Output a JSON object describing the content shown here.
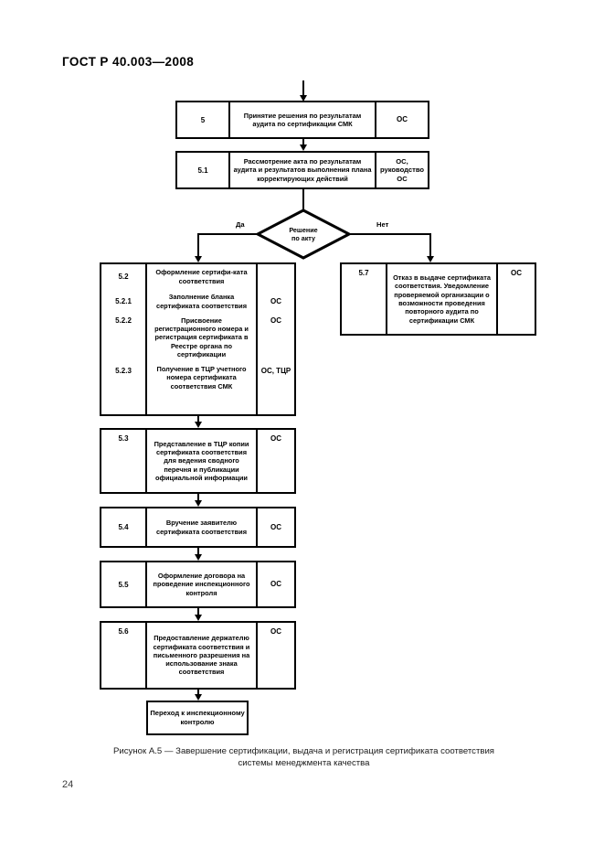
{
  "document": {
    "header": "ГОСТ Р 40.003—2008",
    "page_number": "24",
    "figure_caption_line1": "Рисунок А.5 —  Завершение сертификации, выдача и регистрация сертификата соответствия",
    "figure_caption_line2": "системы менеджмента качества"
  },
  "flow": {
    "step5": {
      "number": "5",
      "body": "Принятие решения по результатам аудита по сертификации СМК",
      "org": "ОС"
    },
    "step5_1": {
      "number": "5.1",
      "body": "Рассмотрение акта по результатам аудита и результатов выполнения плана корректирующих действий",
      "org": "ОС, руководство ОС"
    },
    "decision": {
      "label_line1": "Решение",
      "label_line2": "по акту",
      "yes": "Да",
      "no": "Нет"
    },
    "step5_2": {
      "rows": [
        {
          "number": "5.2",
          "body": "Оформление сертифи-ката соответствия",
          "org": ""
        },
        {
          "number": "5.2.1",
          "body": "Заполнение бланка сертификата соответствия",
          "org": "ОС"
        },
        {
          "number": "5.2.2",
          "body": "Присвоение регистрационного номера и регистрация сертификата в Реестре органа по сертификации",
          "org": "ОС"
        },
        {
          "number": "5.2.3",
          "body": "Получение в ТЦР учетного номера сертификата соответствия СМК",
          "org": "ОС, ТЦР"
        }
      ]
    },
    "step5_7": {
      "number": "5.7",
      "body": "Отказ в выдаче сертификата соответствия. Уведомление проверяемой организации о возможности проведения повторного аудита по сертификации СМК",
      "org": "ОС"
    },
    "step5_3": {
      "number": "5.3",
      "body": "Представление в ТЦР копии сертификата соответствия для ведения сводного перечня и публикации официальной информации",
      "org": "ОС"
    },
    "step5_4": {
      "number": "5.4",
      "body": "Вручение заявителю сертификата соответствия",
      "org": "ОС"
    },
    "step5_5": {
      "number": "5.5",
      "body": "Оформление договора на проведение инспекционного контроля",
      "org": "ОС"
    },
    "step5_6": {
      "number": "5.6",
      "body": "Предоставление держателю сертификата соответствия и письменного разрешения на использование знака соответствия",
      "org": "ОС"
    },
    "terminal": {
      "body": "Переход к инспекционному контролю"
    }
  }
}
